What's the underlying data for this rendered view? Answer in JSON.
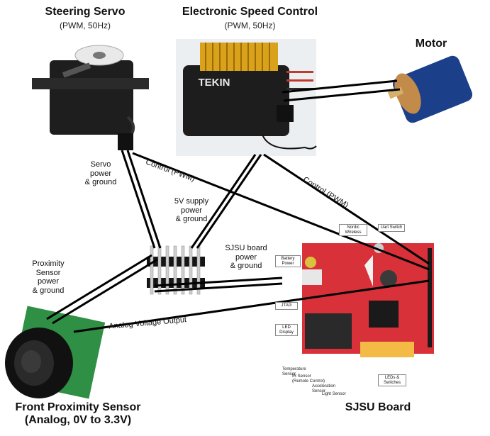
{
  "components": {
    "servo": {
      "title": "Steering Servo",
      "spec": "(PWM, 50Hz)"
    },
    "esc": {
      "title": "Electronic Speed Control",
      "spec": "(PWM, 50Hz)",
      "brand": "TEKIN"
    },
    "motor": {
      "title": "Motor"
    },
    "sensor": {
      "title": "Front Proximity Sensor",
      "spec": "(Analog, 0V to 3.3V)"
    },
    "board": {
      "title": "SJSU Board"
    }
  },
  "wire_labels": {
    "servo_control": "Control (PWM)",
    "esc_control": "Control (PWM)",
    "servo_power": [
      "Servo",
      "power",
      "& ground"
    ],
    "supply": [
      "5V supply",
      "power",
      "& ground"
    ],
    "board_power": [
      "SJSU board",
      "power",
      "& ground"
    ],
    "sensor_power": [
      "Proximity",
      "Sensor",
      "power",
      "& ground"
    ],
    "analog": "Analog Voltage  Output"
  },
  "board_callouts": {
    "nordic": "Nordic Wireless",
    "uart": "Uart Switch",
    "battery": "Battery Power",
    "jtag": "JTAG",
    "led_display": "LED Display",
    "leds_switches": "LEDs & Switches",
    "temp": "Temperature Sensor",
    "ir": "IR Sensor (Remote Control)",
    "accel": "Acceleration Sensor",
    "light": "Light Sensor"
  },
  "colors": {
    "pcb": "#d8313a",
    "wire": "#000000",
    "servo_body": "#1e1e1e",
    "motor_can": "#1c3f8a"
  }
}
